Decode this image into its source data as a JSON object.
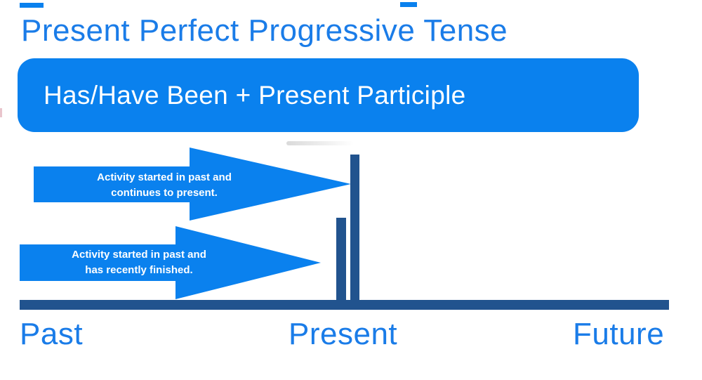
{
  "title": "Present Perfect Progressive Tense",
  "formula_box": {
    "label": "Has/Have Been + Present Participle"
  },
  "arrows": [
    {
      "line1": "Activity started in past and",
      "line2": "continues to present."
    },
    {
      "line1": "Activity started in past and",
      "line2": "has recently finished."
    }
  ],
  "timeline": {
    "labels": {
      "past": "Past",
      "present": "Present",
      "future": "Future"
    }
  },
  "colors": {
    "accent_blue": "#0a81ee",
    "text_blue": "#1a7ce8",
    "dark_blue": "#21538e"
  }
}
